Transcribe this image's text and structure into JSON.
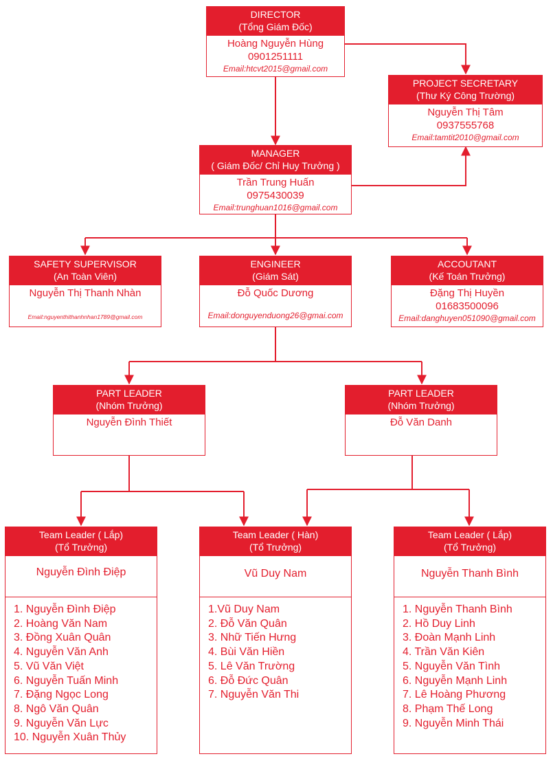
{
  "colors": {
    "accent": "#e31e2d",
    "background": "#ffffff"
  },
  "director": {
    "title": "DIRECTOR",
    "subtitle": "(Tổng Giám Đốc)",
    "name": "Hoàng Nguyễn Hùng",
    "phone": "0901251111",
    "email": "Email:htcvt2015@gmail.com"
  },
  "secretary": {
    "title": "PROJECT SECRETARY",
    "subtitle": "(Thư Ký Công Trường)",
    "name": "Nguyễn Thị Tâm",
    "phone": "0937555768",
    "email": "Email:tamtit2010@gmail.com"
  },
  "manager": {
    "title": "MANAGER",
    "subtitle": "( Giám Đốc/ Chỉ Huy Trưởng )",
    "name": "Trần Trung Huấn",
    "phone": "0975430039",
    "email": "Email:trunghuan1016@gmail.com"
  },
  "safety": {
    "title": "SAFETY SUPERVISOR",
    "subtitle": "(An Toàn Viên)",
    "name": "Nguyễn Thị Thanh Nhàn",
    "email": "Email:nguyenthithanhnhan1789@gmail.com"
  },
  "engineer": {
    "title": "ENGINEER",
    "subtitle": "(Giám Sát)",
    "name": "Đỗ Quốc Dương",
    "email": "Email:donguyenduong26@gmai.com"
  },
  "accountant": {
    "title": "ACCOUTANT",
    "subtitle": "(Kế Toán Trưởng)",
    "name": "Đặng Thị Huyền",
    "phone": "01683500096",
    "email": "Email:danghuyen051090@gmail.com"
  },
  "part_leader_1": {
    "title": "PART LEADER",
    "subtitle": "(Nhóm Trưởng)",
    "name": "Nguyễn Đình Thiết"
  },
  "part_leader_2": {
    "title": "PART LEADER",
    "subtitle": "(Nhóm Trưởng)",
    "name": "Đỗ Văn Danh"
  },
  "team_1": {
    "title": "Team Leader ( Lắp)",
    "subtitle": "(Tổ Trưởng)",
    "name": "Nguyễn Đình Điệp",
    "members": [
      "1. Nguyễn Đình Điệp",
      "2. Hoàng Văn Nam",
      "3. Đồng Xuân Quân",
      "4. Nguyễn Văn Anh",
      "5. Vũ Văn Việt",
      "6. Nguyễn Tuấn Minh",
      "7. Đặng Ngọc Long",
      "8. Ngô Văn Quân",
      "9. Nguyễn Văn Lực",
      "10. Nguyễn Xuân Thủy"
    ]
  },
  "team_2": {
    "title": "Team Leader ( Hàn)",
    "subtitle": "(Tổ Trưởng)",
    "name": "Vũ Duy Nam",
    "members": [
      "1.Vũ Duy Nam",
      "2. Đỗ Văn Quân",
      "3. Nhữ Tiến Hưng",
      "4. Bùi Văn Hiền",
      "5. Lê Văn Trường",
      "6. Đỗ Đức Quân",
      "7. Nguyễn Văn Thi"
    ]
  },
  "team_3": {
    "title": "Team Leader ( Lắp)",
    "subtitle": "(Tổ Trưởng)",
    "name": "Nguyễn Thanh Bình",
    "members": [
      "1. Nguyễn Thanh Bình",
      "2. Hồ Duy Linh",
      "3. Đoàn Mạnh Linh",
      "4. Trần Văn Kiên",
      "5. Nguyễn Văn Tình",
      "6. Nguyễn Mạnh Linh",
      "7. Lê Hoàng Phương",
      "8. Phạm Thế Long",
      "9. Nguyễn Minh Thái"
    ]
  }
}
